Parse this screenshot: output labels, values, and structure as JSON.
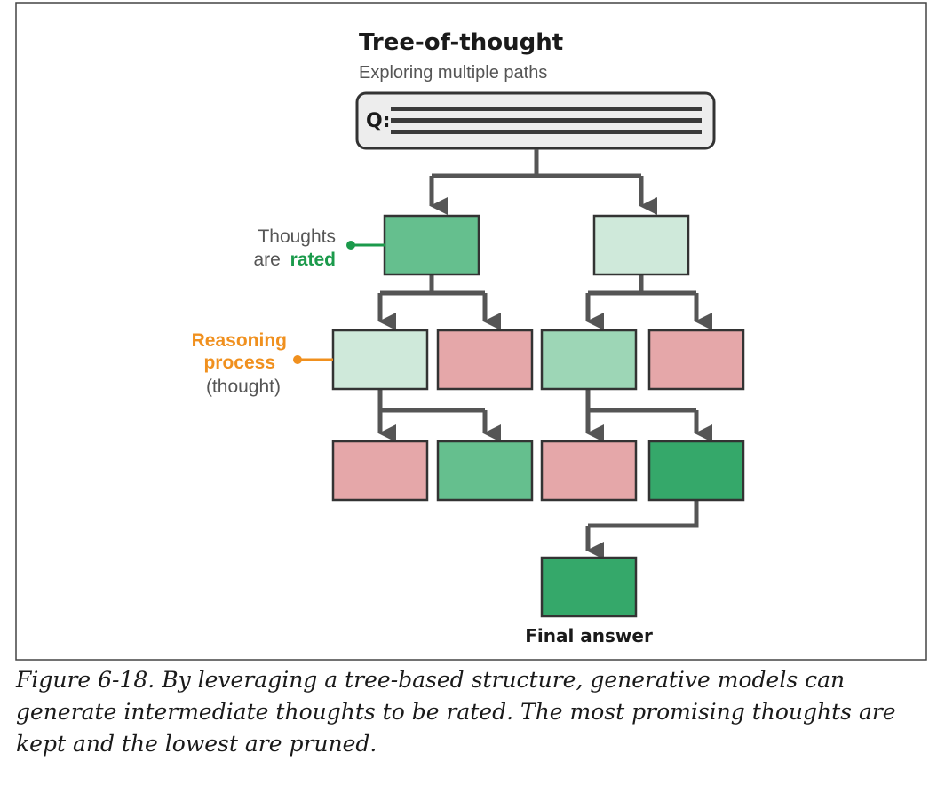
{
  "diagram": {
    "title": "Tree-of-thought",
    "subtitle": "Exploring multiple paths",
    "question_label": "Q:",
    "label_thoughts": {
      "line1": "Thoughts",
      "line2_prefix": "are",
      "line2_emphasis": "rated"
    },
    "label_reasoning": {
      "line1": "Reasoning",
      "line2": "process",
      "line3": "(thought)"
    },
    "final_label": "Final answer",
    "colors": {
      "arrow": "#555555",
      "rated_accent": "#1b9a4b",
      "reasoning_accent": "#f0901e",
      "box_stroke": "#333333",
      "medium_green": "#65bf8e",
      "light_green": "#cfe9da",
      "mint_green": "#9dd6b6",
      "dark_green": "#35a86a",
      "pink": "#e5a7a9",
      "question_fill": "#ededed"
    }
  },
  "caption": "Figure 6-18. By leveraging a tree-based structure, generative models can generate intermediate thoughts to be rated. The most promising thoughts are kept and the lowest are pruned."
}
